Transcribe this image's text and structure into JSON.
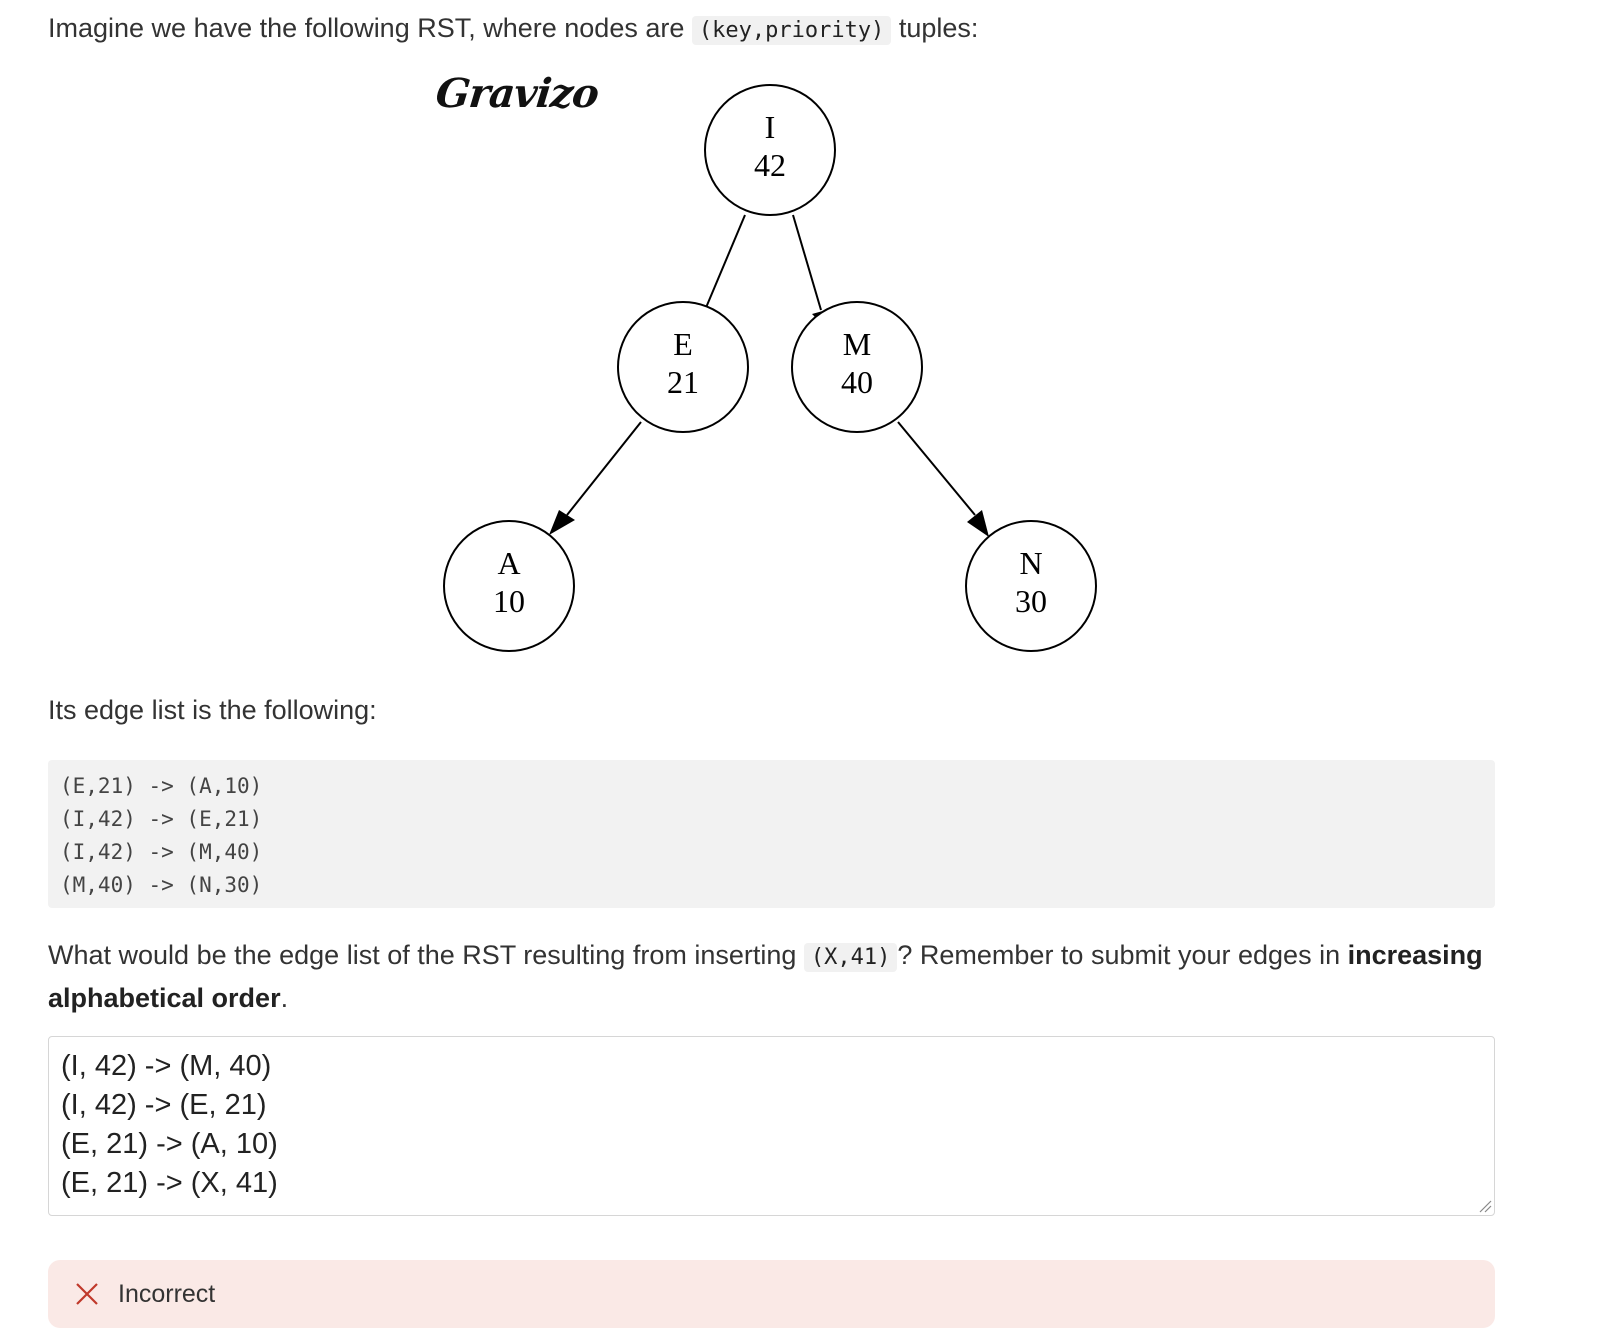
{
  "intro": {
    "before": "Imagine we have the following RST, where nodes are ",
    "code": "(key,priority)",
    "after": " tuples:"
  },
  "logo": "Gravizo",
  "tree": {
    "nodes": [
      {
        "key": "I",
        "priority": "42"
      },
      {
        "key": "E",
        "priority": "21"
      },
      {
        "key": "M",
        "priority": "40"
      },
      {
        "key": "A",
        "priority": "10"
      },
      {
        "key": "N",
        "priority": "30"
      }
    ]
  },
  "edge_intro": "Its edge list is the following:",
  "edge_list": [
    "(E,21) -> (A,10)",
    "(I,42) -> (E,21)",
    "(I,42) -> (M,40)",
    "(M,40) -> (N,30)"
  ],
  "question": {
    "before": "What would be the edge list of the RST resulting from inserting ",
    "code": "(X,41)",
    "middle": "? Remember to submit your edges in ",
    "bold": "increasing alphabetical order",
    "after": "."
  },
  "answer": {
    "lines": [
      "(I, 42) -> (M, 40)",
      "(I, 42) -> (E, 21)",
      "(E, 21) -> (A, 10)",
      "(E, 21) -> (X, 41)"
    ]
  },
  "feedback": {
    "status": "Incorrect",
    "icon": "x-icon",
    "color": "#c0392b"
  }
}
